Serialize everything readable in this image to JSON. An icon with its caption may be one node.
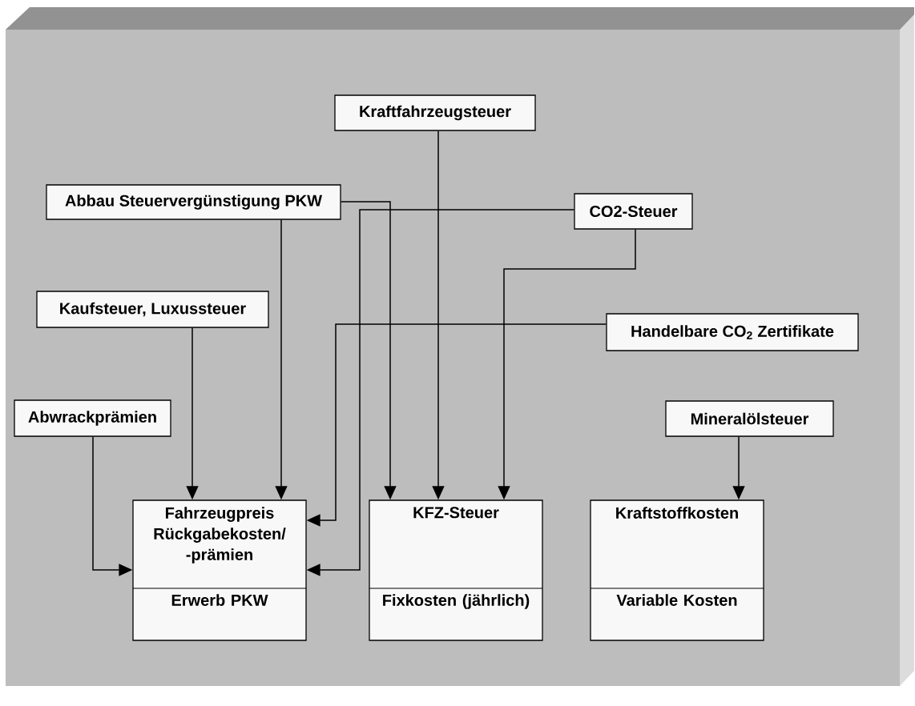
{
  "diagram": {
    "nodes": [
      {
        "text": [
          "Kraftfahrzeugsteuer"
        ]
      },
      {
        "text": [
          "Abbau Steuervergünstigung PKW"
        ]
      },
      {
        "text": [
          "CO2-Steuer"
        ]
      },
      {
        "text": [
          "Kaufsteuer, Luxussteuer"
        ]
      },
      {
        "text": [
          "Handelbare CO$_{2}$ Zertifikate"
        ]
      },
      {
        "text": [
          "Abwrackprämien"
        ]
      },
      {
        "text": [
          "Mineralölsteuer"
        ]
      },
      {
        "text": [
          "Fahrzeugpreis Rückgabekosten/ -prämien",
          "Erwerb PKW"
        ]
      },
      {
        "text": [
          "KFZ-Steuer",
          "Fixkosten (jährlich)"
        ]
      },
      {
        "text": [
          "Kraftstoffkosten",
          "Variable Kosten"
        ]
      }
    ],
    "edges": [
      {
        "from": 0,
        "to": 8,
        "arrow": "to"
      },
      {
        "from": 1,
        "to": 7,
        "arrow": "to"
      },
      {
        "from": 1,
        "to": 8,
        "arrow": "to"
      },
      {
        "from": 2,
        "to": 7,
        "arrow": "to"
      },
      {
        "from": 2,
        "to": 8,
        "arrow": "to"
      },
      {
        "from": 3,
        "to": 7,
        "arrow": "to"
      },
      {
        "from": 4,
        "to": 7,
        "arrow": "to"
      },
      {
        "from": 5,
        "to": 7,
        "arrow": "to"
      },
      {
        "from": 6,
        "to": 9,
        "arrow": "to"
      }
    ]
  }
}
